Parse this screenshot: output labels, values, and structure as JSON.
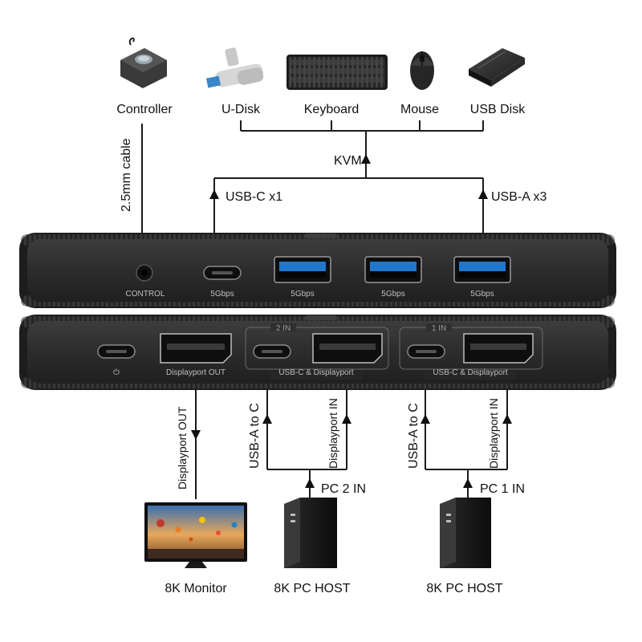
{
  "devices": {
    "controller": "Controller",
    "udisk": "U-Disk",
    "keyboard": "Keyboard",
    "mouse": "Mouse",
    "usb_disk": "USB Disk",
    "monitor": "8K Monitor",
    "pc_host_2": "8K PC HOST",
    "pc_host_1": "8K PC HOST"
  },
  "connections": {
    "cable": "2.5mm cable",
    "kvm": "KVM",
    "usbc_x1": "USB-C x1",
    "usba_x3": "USB-A x3",
    "dp_out": "Displayport OUT",
    "usba_to_c_2": "USB-A to C",
    "dp_in_2": "Displayport IN",
    "pc2_in": "PC 2 IN",
    "usba_to_c_1": "USB-A to C",
    "dp_in_1": "Displayport IN",
    "pc1_in": "PC 1 IN"
  },
  "top_panel": {
    "control": "CONTROL",
    "usbc_speed": "5Gbps",
    "usba1_speed": "5Gbps",
    "usba2_speed": "5Gbps",
    "usba3_speed": "5Gbps"
  },
  "bottom_panel": {
    "power_glyph": "⏻",
    "dp_out": "Displayport OUT",
    "in2": "2 IN",
    "in2_caption": "USB-C & Displayport",
    "in1": "1 IN",
    "in1_caption": "USB-C & Displayport"
  },
  "colors": {
    "device_body": "#2f2f2f",
    "usb3_blue": "#1f77d0",
    "port_label": "#bfbfbf"
  }
}
